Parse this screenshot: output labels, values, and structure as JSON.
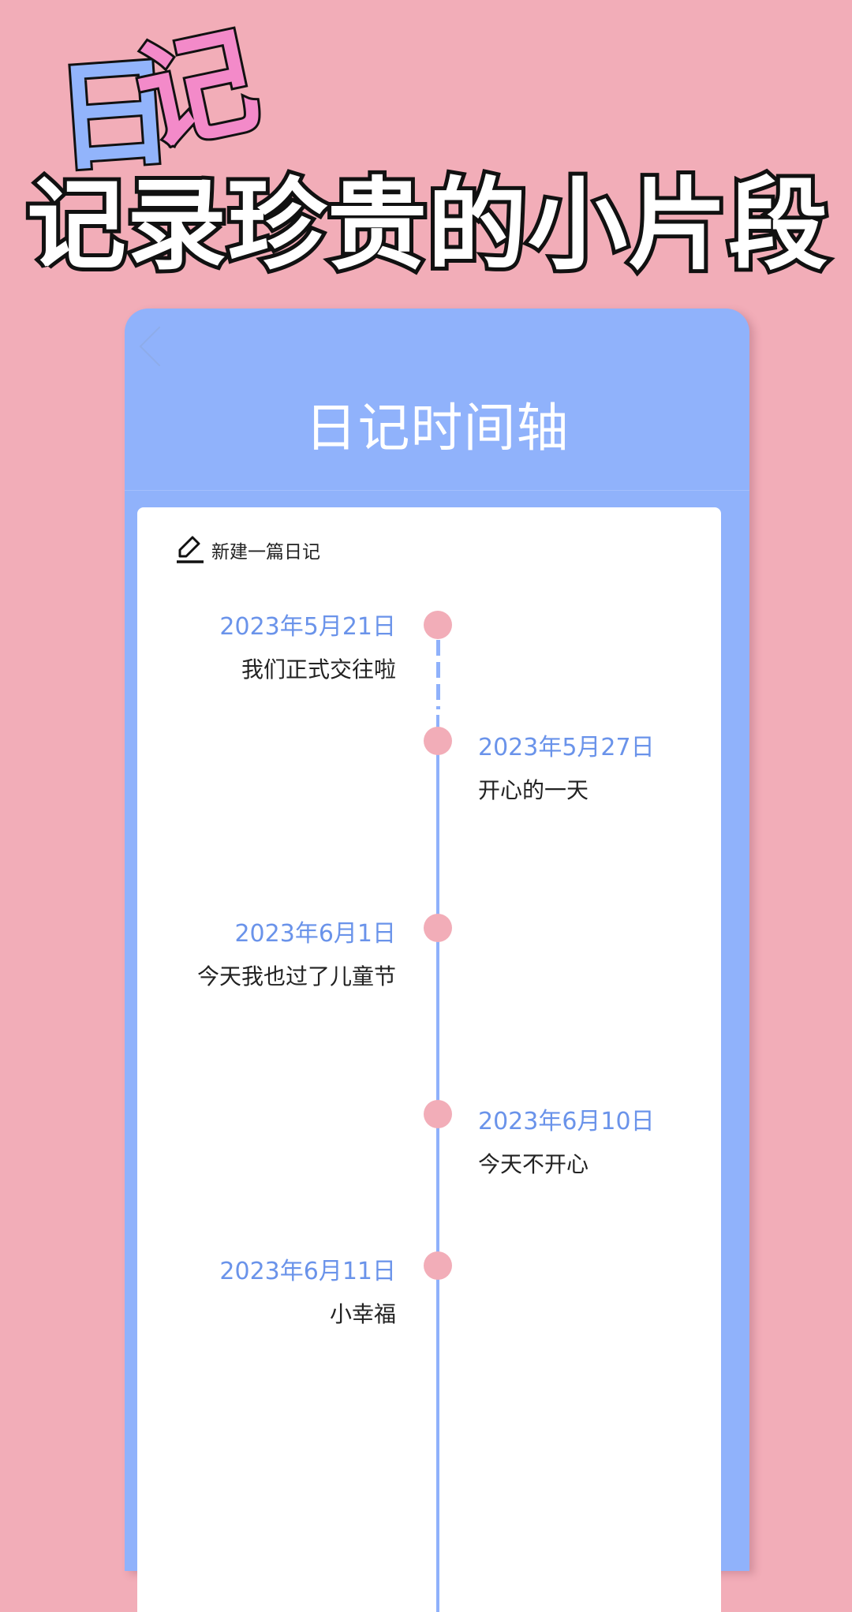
{
  "promo": {
    "logo_char_1": "日",
    "logo_char_2": "记",
    "headline": "记录珍贵的小片段"
  },
  "colors": {
    "background": "#f2adb8",
    "header_blue": "#90b2fb",
    "date_blue": "#6a93ea",
    "dot_pink": "#f2adb8",
    "logo_pink": "#f38ac9"
  },
  "app": {
    "back_icon": "chevron-left-icon",
    "title": "日记时间轴",
    "new_entry": {
      "icon": "pencil-icon",
      "label": "新建一篇日记"
    },
    "timeline": [
      {
        "date": "2023年5月21日",
        "text": "我们正式交往啦",
        "side": "left"
      },
      {
        "date": "2023年5月27日",
        "text": "开心的一天",
        "side": "right"
      },
      {
        "date": "2023年6月1日",
        "text": "今天我也过了儿童节",
        "side": "left"
      },
      {
        "date": "2023年6月10日",
        "text": "今天不开心",
        "side": "right"
      },
      {
        "date": "2023年6月11日",
        "text": "小幸福",
        "side": "left"
      }
    ]
  }
}
